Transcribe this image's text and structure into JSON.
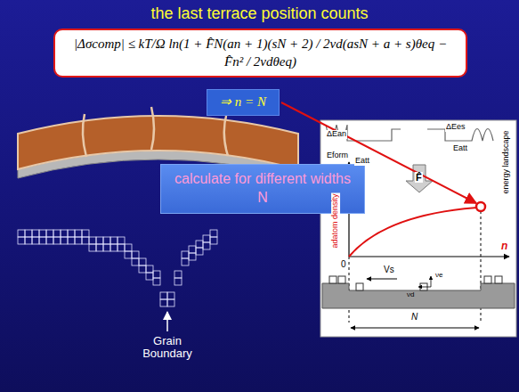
{
  "diagram": {
    "title": "the last terrace position counts",
    "nodes": [
      {
        "text": [
          "|Δσcomp| ≤ kT/Ω ln(1 + F̂N(an + 1)(sN + 2) / 2νd(asN + a + s)θeq − F̂n² / 2νdθeq)"
        ]
      },
      {
        "text": [
          "⇒ n = N"
        ]
      },
      {
        "text": [
          "calculate for different widths N"
        ]
      }
    ],
    "labels": [
      "Grain Boundary",
      "ΔEan",
      "Eatt",
      "Eform",
      "ΔEes",
      "Eatt",
      "energy landscape",
      "F̂",
      "adatom density",
      "n",
      "0",
      "Vs",
      "νd",
      "νe",
      "N"
    ]
  }
}
